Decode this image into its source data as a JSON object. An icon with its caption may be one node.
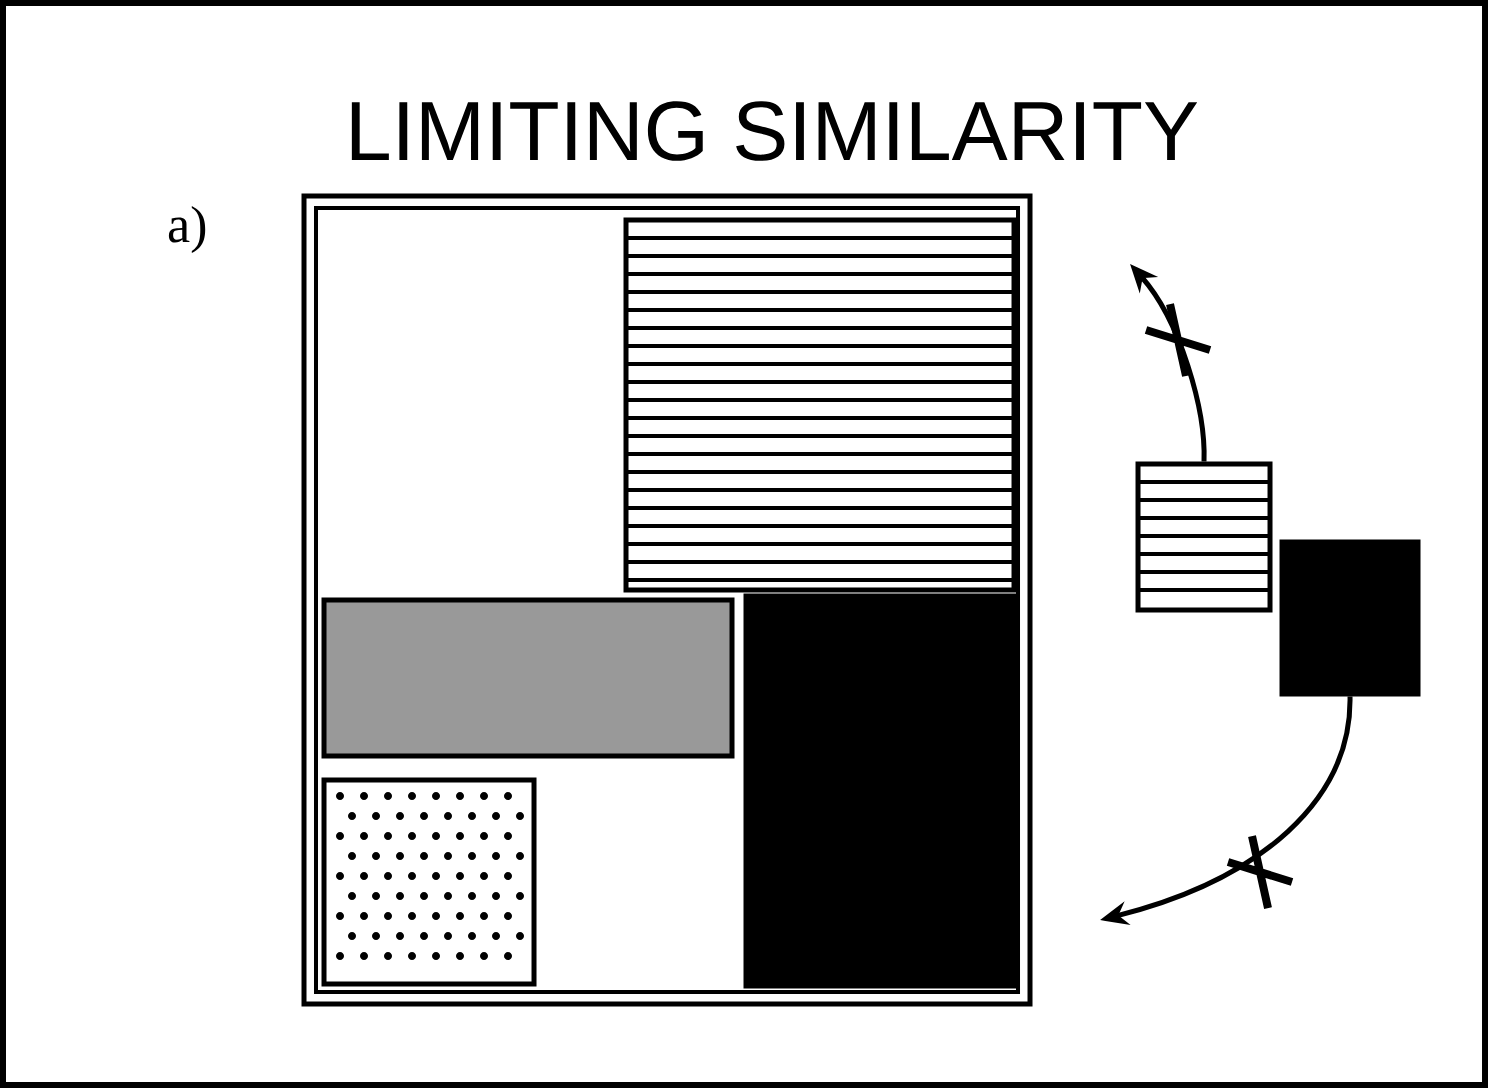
{
  "diagram": {
    "title": "LIMITING SIMILARITY",
    "nodes": [
      {
        "text": [],
        "shape": "box"
      },
      {
        "text": [],
        "shape": "box",
        "in": 0
      },
      {
        "text": [],
        "shape": "box",
        "in": 0
      },
      {
        "text": [],
        "shape": "box",
        "in": 0
      },
      {
        "text": [],
        "shape": "box",
        "in": 0
      },
      {
        "text": [],
        "shape": "box"
      },
      {
        "text": [],
        "shape": "box"
      }
    ],
    "edges": [
      {
        "from": 5,
        "to": null,
        "arrow": "to"
      },
      {
        "from": 6,
        "to": null,
        "arrow": "to"
      }
    ],
    "labels": [
      "a)"
    ]
  }
}
